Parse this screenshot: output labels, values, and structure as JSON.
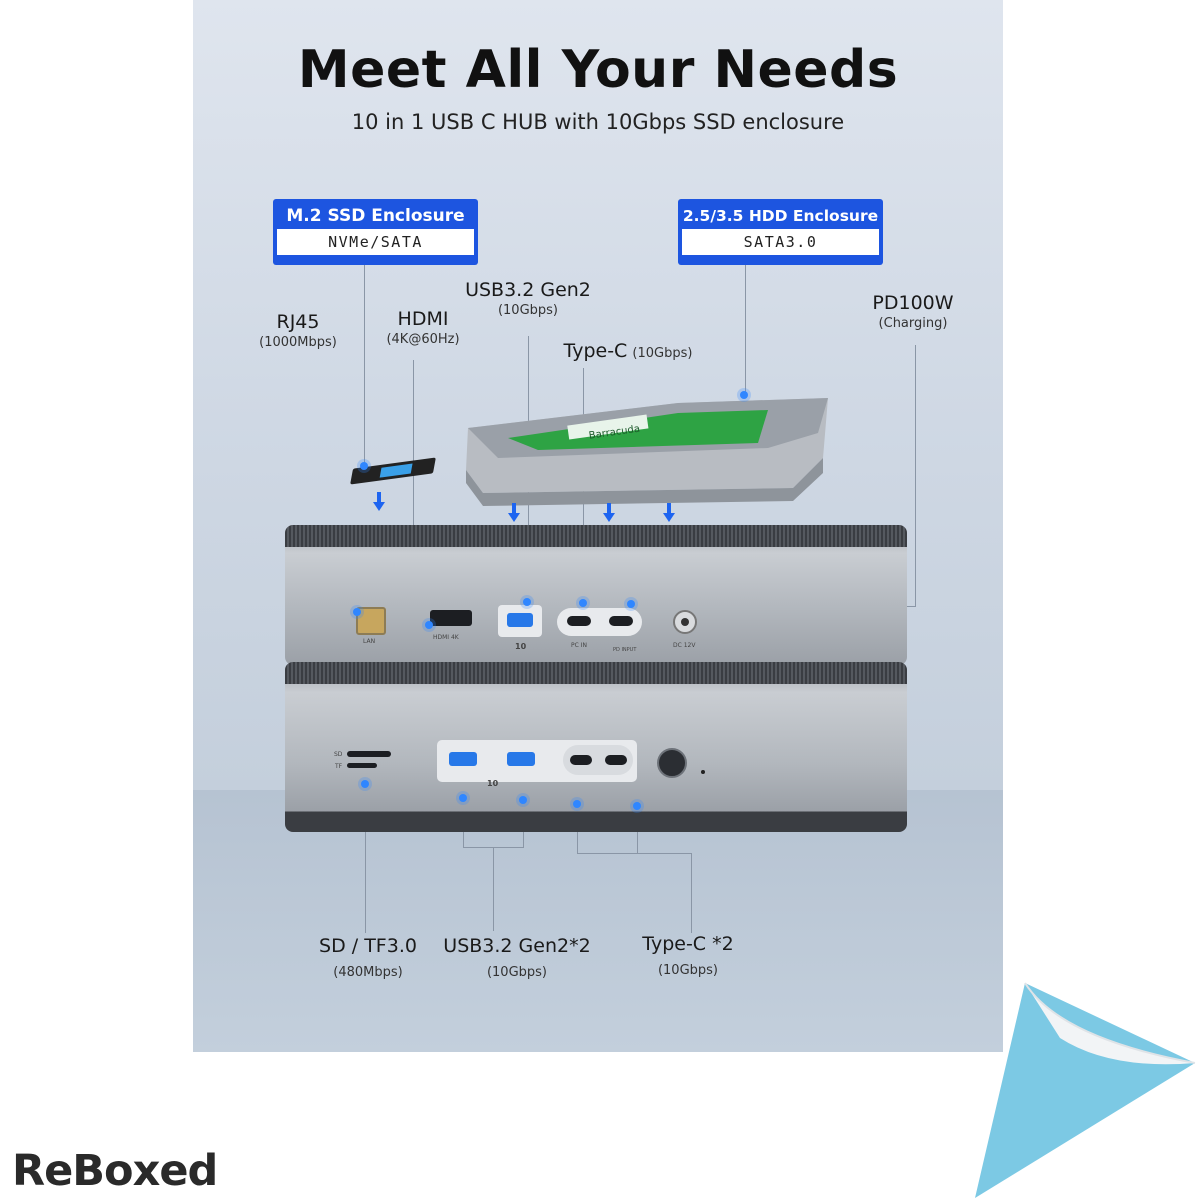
{
  "title": "Meet All Your Needs",
  "subtitle": "10 in 1 USB C HUB with 10Gbps SSD enclosure",
  "badges": {
    "m2": {
      "title": "M.2 SSD Enclosure",
      "sub": "NVMe/SATA"
    },
    "hdd": {
      "title": "2.5/3.5 HDD Enclosure",
      "sub": "SATA3.0"
    }
  },
  "labels": {
    "rj45": {
      "main": "RJ45",
      "sub": "(1000Mbps)"
    },
    "hdmi": {
      "main": "HDMI",
      "sub": "(4K@60Hz)"
    },
    "usb_top": {
      "main": "USB3.2 Gen2",
      "sub": "(10Gbps)"
    },
    "typec_top": {
      "main": "Type-C",
      "sub": "(10Gbps)"
    },
    "pd": {
      "main": "PD100W",
      "sub": "(Charging)"
    },
    "sd": {
      "main": "SD / TF3.0",
      "sub": "(480Mbps)"
    },
    "usb_bottom": {
      "main": "USB3.2 Gen2*2",
      "sub": "(10Gbps)"
    },
    "typec_bottom": {
      "main": "Type-C *2",
      "sub": "(10Gbps)"
    }
  },
  "port_marks": {
    "lan": "LAN",
    "hdmi4k": "HDMI 4K",
    "pcin": "PC IN",
    "pdinput": "PD INPUT",
    "dc": "DC 12V",
    "sd": "SD",
    "tf": "TF",
    "ten_top": "10",
    "ten_bottom": "10"
  },
  "hdd_sticker": "Barracuda",
  "brand": "ReBoxed",
  "colors": {
    "accent": "#1d55e0",
    "dot": "#2f86ff",
    "corner": "#7cc9e4"
  },
  "icons": [
    "ethernet-port-icon",
    "hdmi-port-icon",
    "usb-a-port-icon",
    "usb-c-port-icon",
    "dc-port-icon",
    "power-button-icon",
    "sd-slot-icon"
  ]
}
